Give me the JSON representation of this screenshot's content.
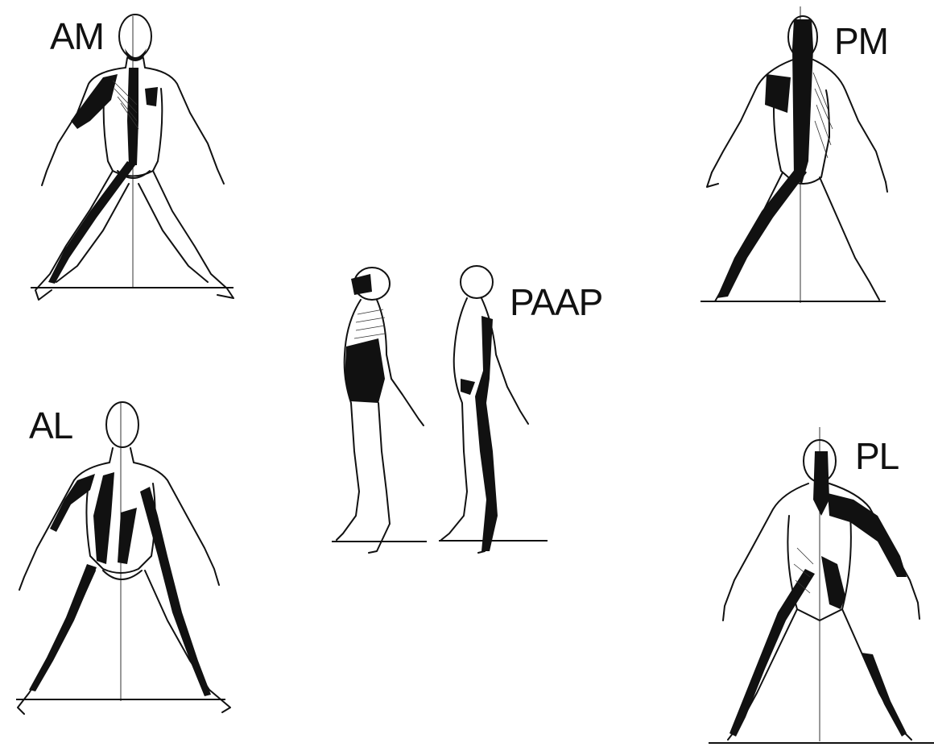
{
  "labels": {
    "am": "AM",
    "pm": "PM",
    "paap": "PAAP",
    "al": "AL",
    "pl": "PL"
  },
  "colors": {
    "background": "#ffffff",
    "ink": "#111111"
  }
}
